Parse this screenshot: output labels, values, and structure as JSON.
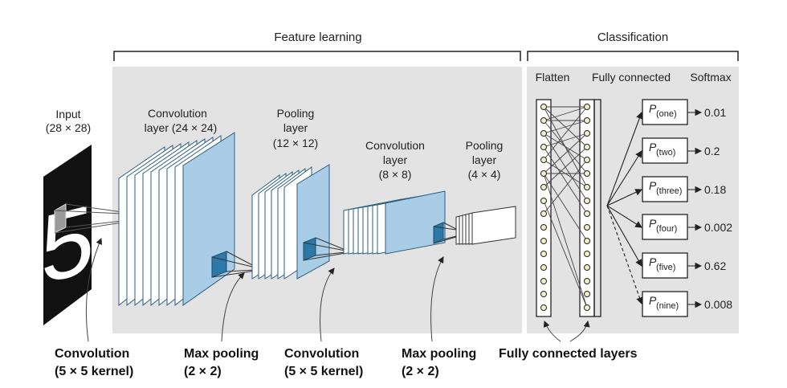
{
  "sections": {
    "feature_learning": "Feature learning",
    "classification": "Classification"
  },
  "input": {
    "line1": "Input",
    "line2": "(28 × 28)",
    "digit": "5"
  },
  "layers": {
    "conv1": {
      "line1": "Convolution",
      "line2": "layer (24 × 24)"
    },
    "pool1": {
      "line1": "Pooling",
      "line2": "layer",
      "line3": "(12 × 12)"
    },
    "conv2": {
      "line1": "Convolution",
      "line2": "layer",
      "line3": "(8 × 8)"
    },
    "pool2": {
      "line1": "Pooling",
      "line2": "layer",
      "line3": "(4 × 4)"
    }
  },
  "classification_headers": {
    "flatten": "Flatten",
    "fully_connected": "Fully connected",
    "softmax": "Softmax"
  },
  "outputs": [
    {
      "p": "P",
      "label": "(one)",
      "value": "0.01"
    },
    {
      "p": "P",
      "label": "(two)",
      "value": "0.2"
    },
    {
      "p": "P",
      "label": "(three)",
      "value": "0.18"
    },
    {
      "p": "P",
      "label": "(four)",
      "value": "0.002"
    },
    {
      "p": "P",
      "label": "(five)",
      "value": "0.62"
    },
    {
      "p": "P",
      "label": "(nine)",
      "value": "0.008"
    }
  ],
  "annotations": {
    "conv_a": {
      "line1": "Convolution",
      "line2": "(5 × 5 kernel)"
    },
    "maxpool_a": {
      "line1": "Max pooling",
      "line2": "(2 × 2)"
    },
    "conv_b": {
      "line1": "Convolution",
      "line2": "(5 × 5 kernel)"
    },
    "maxpool_b": {
      "line1": "Max pooling",
      "line2": "(2 × 2)"
    },
    "fc_layers": "Fully connected layers"
  },
  "colors": {
    "panel": "#e3e3e3",
    "map_fill": "#a9cde6",
    "map_stroke": "#2e5f80",
    "kernel": "#2e78a8"
  }
}
